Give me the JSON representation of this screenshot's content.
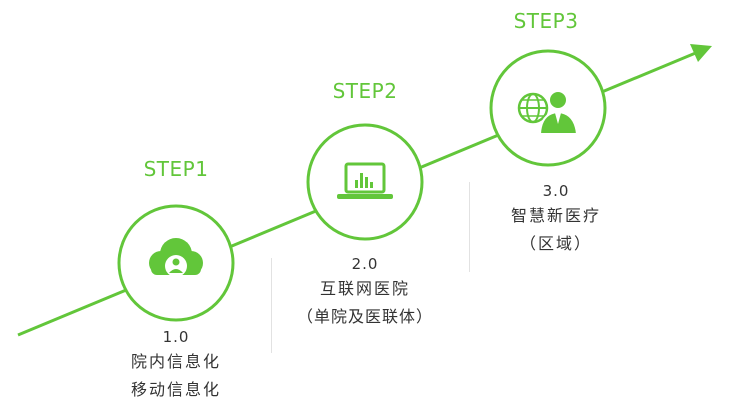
{
  "colors": {
    "accent": "#62c63a",
    "text": "#333333",
    "divider": "#e2e2e2"
  },
  "steps": [
    {
      "label": "STEP1",
      "icon": "cloud-user-icon",
      "version": "1.0",
      "line1": "院内信息化",
      "line2": "移动信息化"
    },
    {
      "label": "STEP2",
      "icon": "laptop-chart-icon",
      "version": "2.0",
      "line1": "互联网医院",
      "line2": "（单院及医联体）"
    },
    {
      "label": "STEP3",
      "icon": "globe-doctor-icon",
      "version": "3.0",
      "line1": "智慧新医疗",
      "line2": "（区域）"
    }
  ]
}
